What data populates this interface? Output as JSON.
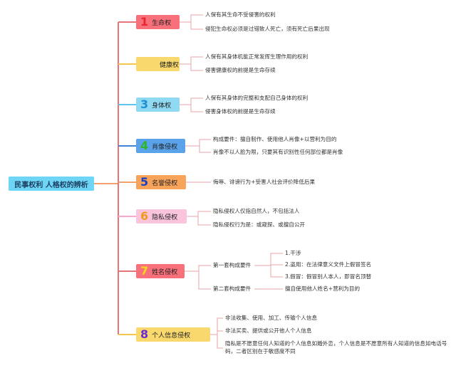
{
  "root": {
    "label": "民事权利 人格权的辨析"
  },
  "branches": [
    {
      "num": "1",
      "label": "生命权",
      "color": "#f8707a",
      "num_color": "#e8262f",
      "items": [
        "人保有其生命不受侵害的权利",
        "侵犯生命权必须是过错致人死亡，须有死亡后果出现"
      ]
    },
    {
      "num": "",
      "label": "健康权",
      "color": "#f9d96e",
      "num_color": "#e8a400",
      "items": [
        "人保有其身体机能正常发挥生理作用的权利",
        "侵害健康权的前提是生命存续"
      ]
    },
    {
      "num": "3",
      "label": "身体权",
      "color": "#8fd9f2",
      "num_color": "#1e8fd6",
      "items": [
        "人保有其身体的完整和支配自己身体的权利",
        "侵害身体权的前提是生命存续"
      ]
    },
    {
      "num": "4",
      "label": "肖像侵权",
      "color": "#5aa3ea",
      "num_color": "#2fb52a",
      "items": [
        "构成要件：擅自制作、使用他人肖像+以营利为目的",
        "肖像不以人脸为限，只要其有识别性任何部位都是肖像"
      ]
    },
    {
      "num": "5",
      "label": "名誉侵权",
      "color": "#f7a35a",
      "num_color": "#1a3fbf",
      "items": [
        "侮辱、诽谤行为+受害人社会评价降低后果"
      ]
    },
    {
      "num": "6",
      "label": "隐私侵权",
      "color": "#fbc4dd",
      "num_color": "#f29a1f",
      "items": [
        "隐私侵权人仅指自然人，不包括法人",
        "隐私侵权行为是：或窥探、或擅自公开"
      ]
    },
    {
      "num": "7",
      "label": "姓名侵权",
      "color": "#f8707a",
      "num_color": "#f2d61f",
      "sets": [
        {
          "label": "第一套构成要件",
          "items": [
            "1.干涉",
            "2.盗用：在法律意义文件上假冒签名",
            "3.假冒：假冒别人本人，即冒名顶替"
          ]
        },
        {
          "label": "第二套构成要件",
          "items": [
            "擅自使用他人姓名+营利为目的"
          ]
        }
      ]
    },
    {
      "num": "8",
      "label": "个人信息侵权",
      "color": "#f9d96e",
      "num_color": "#6a2bd1",
      "items": [
        "非法收集、使用、加工、传输个人信息",
        "非法买卖、提供或公开他人个人信息",
        "隐私是不愿意任何人知道的个人信息如婚外恋，个人信息是不愿意所有人知道的信息如电话号码，二者区别在于敏感度不同"
      ]
    }
  ],
  "colors": {
    "root_line": "#f7c8a8",
    "trunk_line": "#e8a4a8",
    "leaf_line": "#e8a4a8"
  }
}
